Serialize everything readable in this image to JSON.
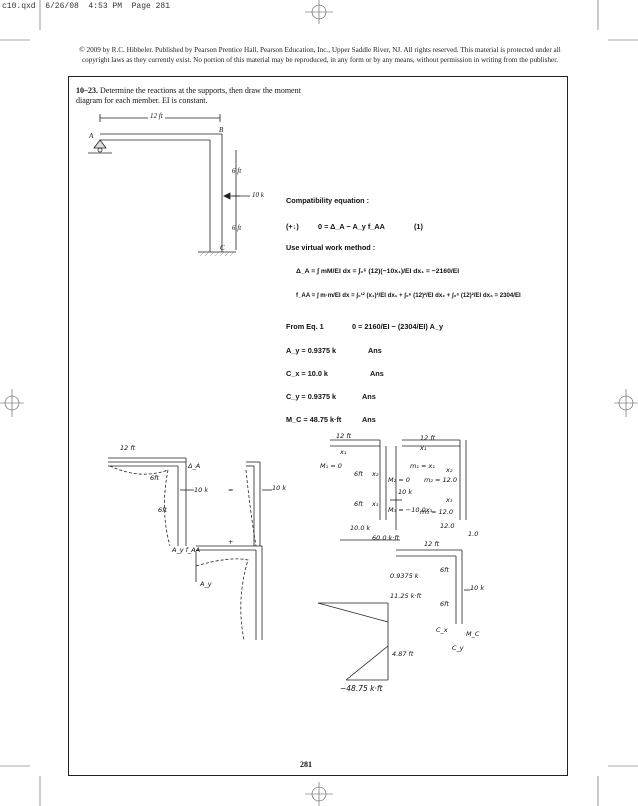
{
  "header": {
    "file_stamp": "c10.qxd  6/26/08  4:53 PM  Page 281"
  },
  "copyright": "© 2009 by R.C. Hibbeler. Published by Pearson Prentice Hall, Pearson Education, Inc., Upper Saddle River, NJ. All rights reserved. This material is protected under all copyright laws as they currently exist. No portion of this material may be reproduced, in any form or by any means, without permission in writing from the publisher.",
  "problem": {
    "number": "10–23.",
    "statement": "Determine the reactions at the supports, then draw the moment diagram for each member. EI is constant."
  },
  "figure": {
    "dim_top": "12 ft",
    "label_a": "A",
    "label_b": "B",
    "label_c": "C",
    "dim_upper": "6 ft",
    "dim_lower": "6 ft",
    "load": "10 k"
  },
  "solution": {
    "compat_title": "Compatibility equation :",
    "compat_sign": "(+↓)",
    "compat_eq": "0 = Δ_A − A_y f_AA",
    "compat_num": "(1)",
    "virtual_title": "Use virtual work method :",
    "delta_eq": "Δ_A = ∫ mM/EI dx = ∫₀⁶ (12)(−10x₁)/EI dx₁ = −2160/EI",
    "faa_eq": "f_AA = ∫ m·m/EI dx = ∫₀¹² (x₁)²/EI dx₁ + ∫₀⁶ (12)²/EI dx₂ + ∫₀⁶ (12)²/EI dx₃ = 2304/EI",
    "from_eq_label": "From Eq. 1",
    "from_eq": "0 = 2160/EI − (2304/EI) A_y",
    "results": [
      {
        "text": "A_y = 0.9375 k",
        "tag": "Ans"
      },
      {
        "text": "C_x = 10.0 k",
        "tag": "Ans"
      },
      {
        "text": "C_y = 0.9375 k",
        "tag": "Ans"
      },
      {
        "text": "M_C = 48.75 k·ft",
        "tag": "Ans"
      }
    ]
  },
  "sketches": {
    "s1_dim": "12 ft",
    "s1_six_a": "6ft",
    "s1_six_b": "6ft",
    "s1_load": "10 k",
    "s1_eq": "=",
    "s1_delta": "Δ_A",
    "s1_right_load": "10 k",
    "s2_label": "A_y f_AA",
    "s2_plus": "+",
    "s2_ay": "A_y",
    "fb_dim": "12 ft",
    "fb_x1": "x₁",
    "fb_m1": "M₁ = 0",
    "fb_x2": "x₂",
    "fb_m2": "M₂ = 0",
    "fb_six_a": "6ft",
    "fb_six_b": "6ft",
    "fb_x3": "x₃",
    "fb_m3": "M₃ = −10.0x₃",
    "fb_load": "10 k",
    "fb_reac": "10.0 k",
    "fb_mom": "60.0 k·ft",
    "vb_dim": "12 ft",
    "vb_x1": "x₁",
    "vb_m1": "m₁ = x₁",
    "vb_x2": "x₂",
    "vb_m2": "m₂ = 12.0",
    "vb_x3": "x₃",
    "vb_m3": "m₃ = 12.0",
    "vb_one": "1.0",
    "vb_twelve": "12.0",
    "fin_dim": "12 ft",
    "fin_ay": "0.9375 k",
    "fin_six_a": "6ft",
    "fin_six_b": "6ft",
    "fin_load": "10 k",
    "fin_cx": "C_x",
    "fin_mc": "M_C",
    "fin_cy": "C_y",
    "md_top": "11.25 k·ft",
    "md_dist": "4.87 ft",
    "md_bottom": "−48.75 k·ft"
  },
  "page_number": "281"
}
